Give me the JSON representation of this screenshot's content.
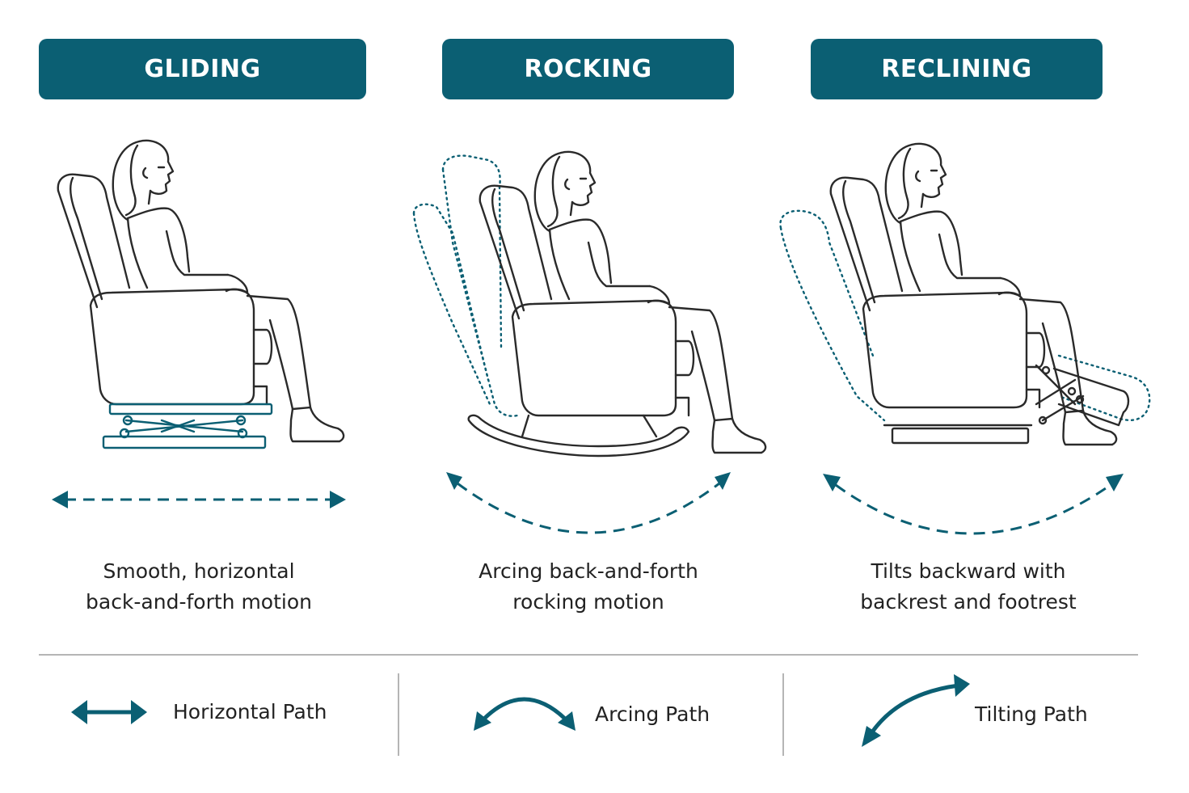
{
  "colors": {
    "accent": "#0b5f73",
    "line": "#2a2a2a",
    "divider": "#b5b5b5"
  },
  "columns": [
    {
      "title": "GLIDING",
      "caption": [
        "Smooth, horizontal",
        "back-and-forth motion"
      ]
    },
    {
      "title": "ROCKING",
      "caption": [
        "Arcing back-and-forth",
        "rocking motion"
      ]
    },
    {
      "title": "RECLINING",
      "caption": [
        "Tilts backward with",
        "backrest and footrest"
      ]
    }
  ],
  "legend": [
    {
      "label": "Horizontal Path",
      "icon": "double-arrow-horizontal-icon"
    },
    {
      "label": "Arcing Path",
      "icon": "arc-arrow-icon"
    },
    {
      "label": "Tilting Path",
      "icon": "tilt-arrow-icon"
    }
  ]
}
